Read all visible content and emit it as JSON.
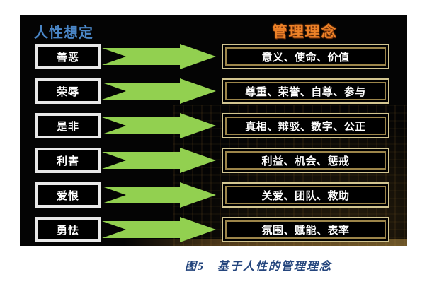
{
  "figure": {
    "left_header": "人性想定",
    "right_header": "管理理念",
    "caption": "图5　基于人性的管理理念"
  },
  "rows": [
    {
      "assumption": "善恶",
      "concept": "意义、使命、价值"
    },
    {
      "assumption": "荣辱",
      "concept": "尊重、荣誉、自尊、参与"
    },
    {
      "assumption": "是非",
      "concept": "真相、辩驳、数字、公正"
    },
    {
      "assumption": "利害",
      "concept": "利益、机会、惩戒"
    },
    {
      "assumption": "爱恨",
      "concept": "关爱、团队、救助"
    },
    {
      "assumption": "勇怯",
      "concept": "氛围、赋能、表率"
    }
  ],
  "colors": {
    "arrow_green": "#92d050",
    "left_header_blue": "#4a86c6",
    "right_header_orange": "#ee8328",
    "right_box_border_gold_outer": "#d2c590",
    "right_box_border_gold_inner": "#9c854a",
    "left_box_border": "#e8e8e8",
    "panel_background": "#040404",
    "caption_blue": "#24457d"
  }
}
